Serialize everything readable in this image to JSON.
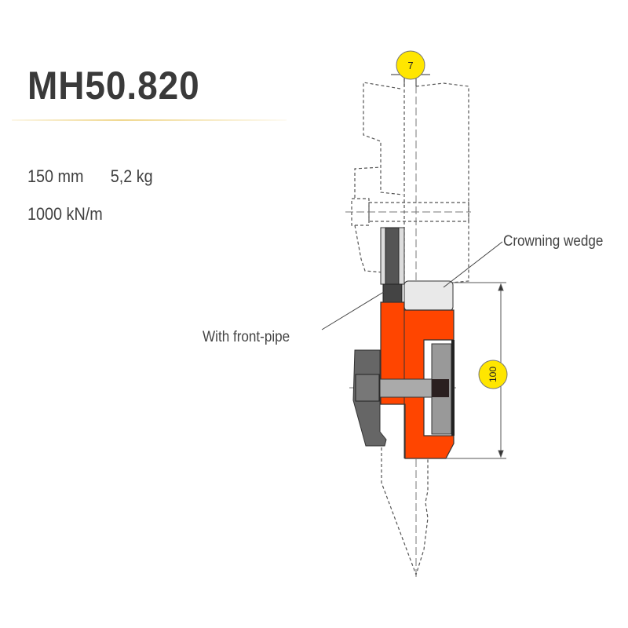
{
  "product": {
    "model": "MH50.820"
  },
  "specs": {
    "length": "150 mm",
    "weight": "5,2 kg",
    "capacity": "1000 kN/m"
  },
  "drawing": {
    "dimension_top": "7",
    "dimension_height": "100",
    "labels": {
      "crowning_wedge": "Crowning wedge",
      "front_pipe": "With front-pipe"
    },
    "colors": {
      "body": "#ff4500",
      "clamp": "#666666",
      "badge": "#ffe600",
      "text": "#3f3f3f"
    }
  }
}
